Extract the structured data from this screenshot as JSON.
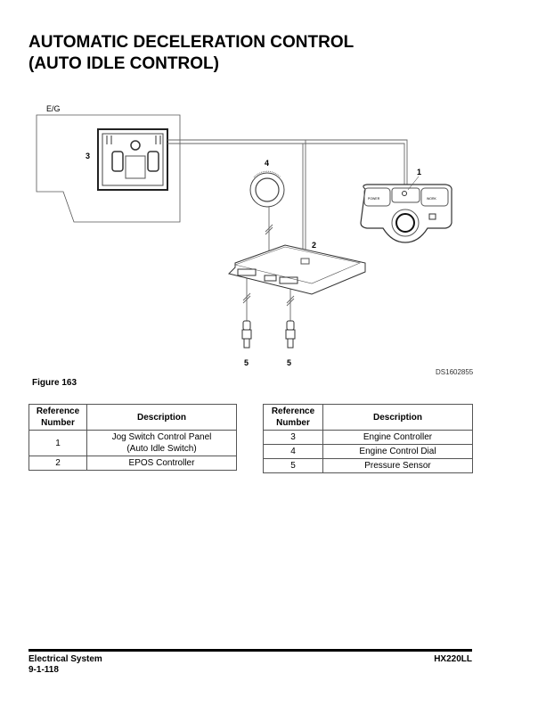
{
  "title": {
    "line1": "AUTOMATIC DECELERATION CONTROL",
    "line2": "(AUTO IDLE CONTROL)"
  },
  "diagram": {
    "eg_label": "E/G",
    "callouts": [
      "1",
      "2",
      "3",
      "4",
      "5",
      "5"
    ],
    "panel_labels": {
      "power": "POWER",
      "work": "WORK"
    },
    "drawing_id": "DS1602855"
  },
  "figure_caption": "Figure 163",
  "table_left": {
    "headers": [
      "Reference Number",
      "Description"
    ],
    "rows": [
      {
        "ref": "1",
        "desc_line1": "Jog Switch Control Panel",
        "desc_line2": "(Auto Idle Switch)"
      },
      {
        "ref": "2",
        "desc_line1": "EPOS Controller"
      }
    ]
  },
  "table_right": {
    "headers": [
      "Reference Number",
      "Description"
    ],
    "rows": [
      {
        "ref": "3",
        "desc": "Engine Controller"
      },
      {
        "ref": "4",
        "desc": "Engine Control Dial"
      },
      {
        "ref": "5",
        "desc": "Pressure Sensor"
      }
    ]
  },
  "footer": {
    "section": "Electrical System",
    "page": "9-1-118",
    "model": "HX220LL"
  }
}
